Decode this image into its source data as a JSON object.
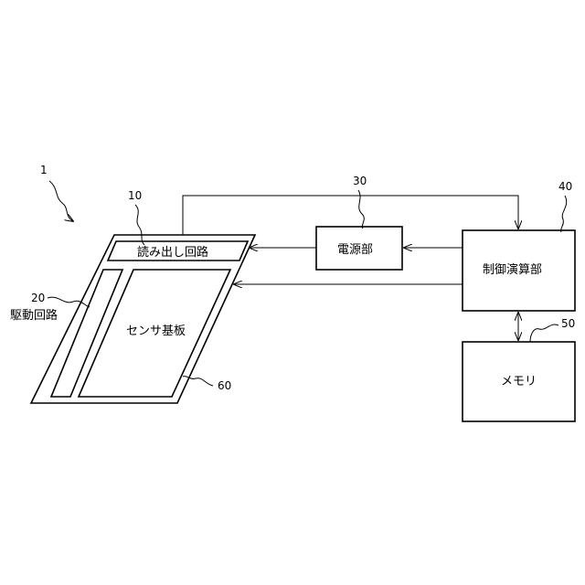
{
  "refs": {
    "device": "1",
    "readout": "10",
    "drive": "20",
    "power": "30",
    "control": "40",
    "memory": "50",
    "sensor": "60"
  },
  "labels": {
    "readout": "読み出し回路",
    "drive": "駆動回路",
    "sensor": "センサ基板",
    "power": "電源部",
    "control": "制御演算部",
    "memory": "メモリ"
  }
}
